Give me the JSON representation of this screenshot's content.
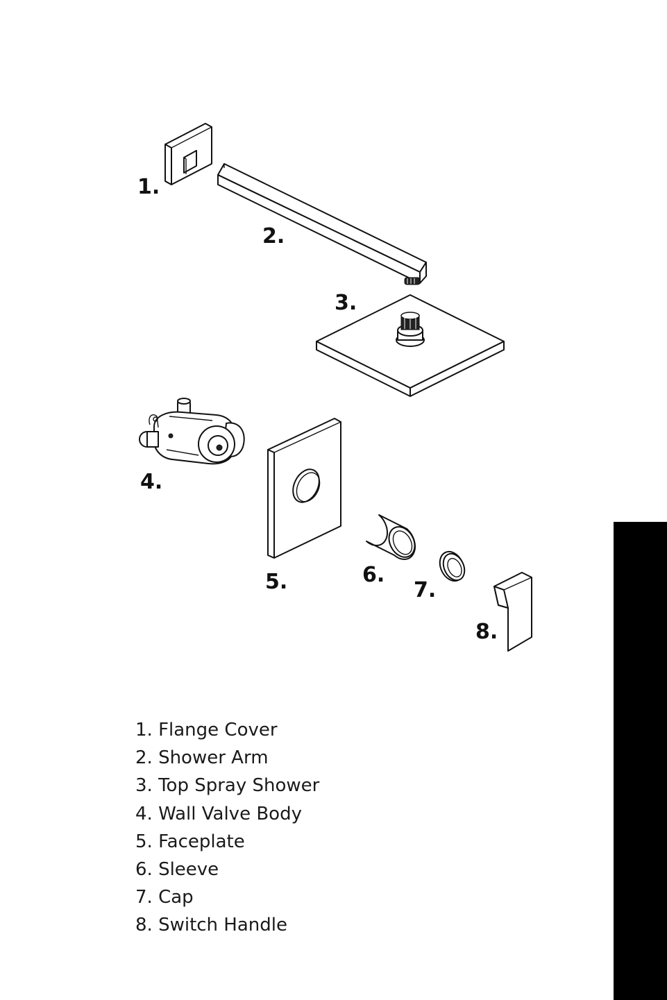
{
  "diagram": {
    "callouts": [
      "1.",
      "2.",
      "3.",
      "4.",
      "5.",
      "6.",
      "7.",
      "8."
    ]
  },
  "legend": [
    "1. Flange Cover",
    "2. Shower Arm",
    "3. Top Spray Shower",
    "4. Wall Valve Body",
    "5. Faceplate",
    "6. Sleeve",
    "7. Cap",
    "8. Switch Handle"
  ],
  "colors": {
    "ink": "#111111",
    "background": "#ffffff",
    "tab": "#000000"
  }
}
